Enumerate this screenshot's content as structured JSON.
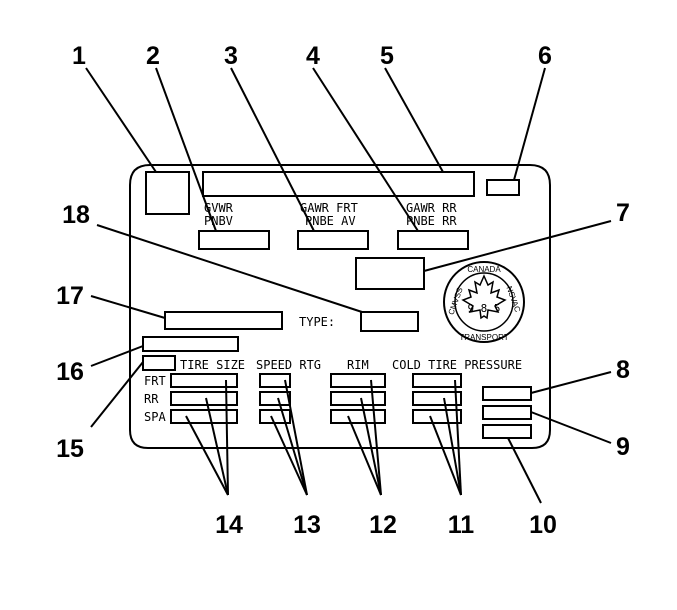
{
  "callouts": {
    "c1": "1",
    "c2": "2",
    "c3": "3",
    "c4": "4",
    "c5": "5",
    "c6": "6",
    "c7": "7",
    "c8": "8",
    "c9": "9",
    "c10": "10",
    "c11": "11",
    "c12": "12",
    "c13": "13",
    "c14": "14",
    "c15": "15",
    "c16": "16",
    "c17": "17",
    "c18": "18"
  },
  "labels": {
    "gvwr": "GVWR",
    "pnbv": "PNBV",
    "gawr_frt": "GAWR FRT",
    "pnbe_av": "PNBE AV",
    "gawr_rr": "GAWR RR",
    "pnbe_rr": "PNBE RR",
    "type": "TYPE:",
    "tire_size": "TIRE SIZE",
    "speed_rtg": "SPEED RTG",
    "rim": "RIM",
    "cold_tire_pressure": "COLD TIRE PRESSURE",
    "frt": "FRT",
    "rr": "RR",
    "spa": "SPA"
  },
  "seal": {
    "canada": "CANADA",
    "cmvss": "CMVSS",
    "nsvac": "NSVAC",
    "transport": "TRANSPORT",
    "number": "9 8 5"
  }
}
